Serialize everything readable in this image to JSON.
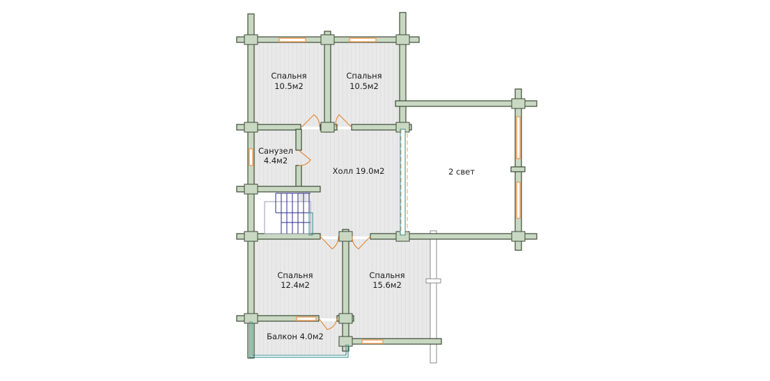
{
  "plan": {
    "title": "",
    "colors": {
      "wall": "#c9d8c2",
      "wall_stroke": "#3c4a36",
      "floor": "#e6e6e6",
      "window": "#f3a15c",
      "door": "#e08a3a",
      "glazing": "#2e8a8a",
      "stair": "#2a2a8a"
    },
    "rooms": [
      {
        "id": "bedroom-1",
        "name": "Спальня",
        "area": "10.5м2"
      },
      {
        "id": "bedroom-2",
        "name": "Спальня",
        "area": "10.5м2"
      },
      {
        "id": "bathroom",
        "name": "Санузел",
        "area": "4.4м2"
      },
      {
        "id": "hall",
        "name": "Холл 19.0м2",
        "area": ""
      },
      {
        "id": "second-light",
        "name": "2 свет",
        "area": ""
      },
      {
        "id": "bedroom-3",
        "name": "Спальня",
        "area": "12.4м2"
      },
      {
        "id": "bedroom-4",
        "name": "Спальня",
        "area": "15.6м2"
      },
      {
        "id": "balcony",
        "name": "Балкон 4.0м2",
        "area": ""
      }
    ]
  }
}
